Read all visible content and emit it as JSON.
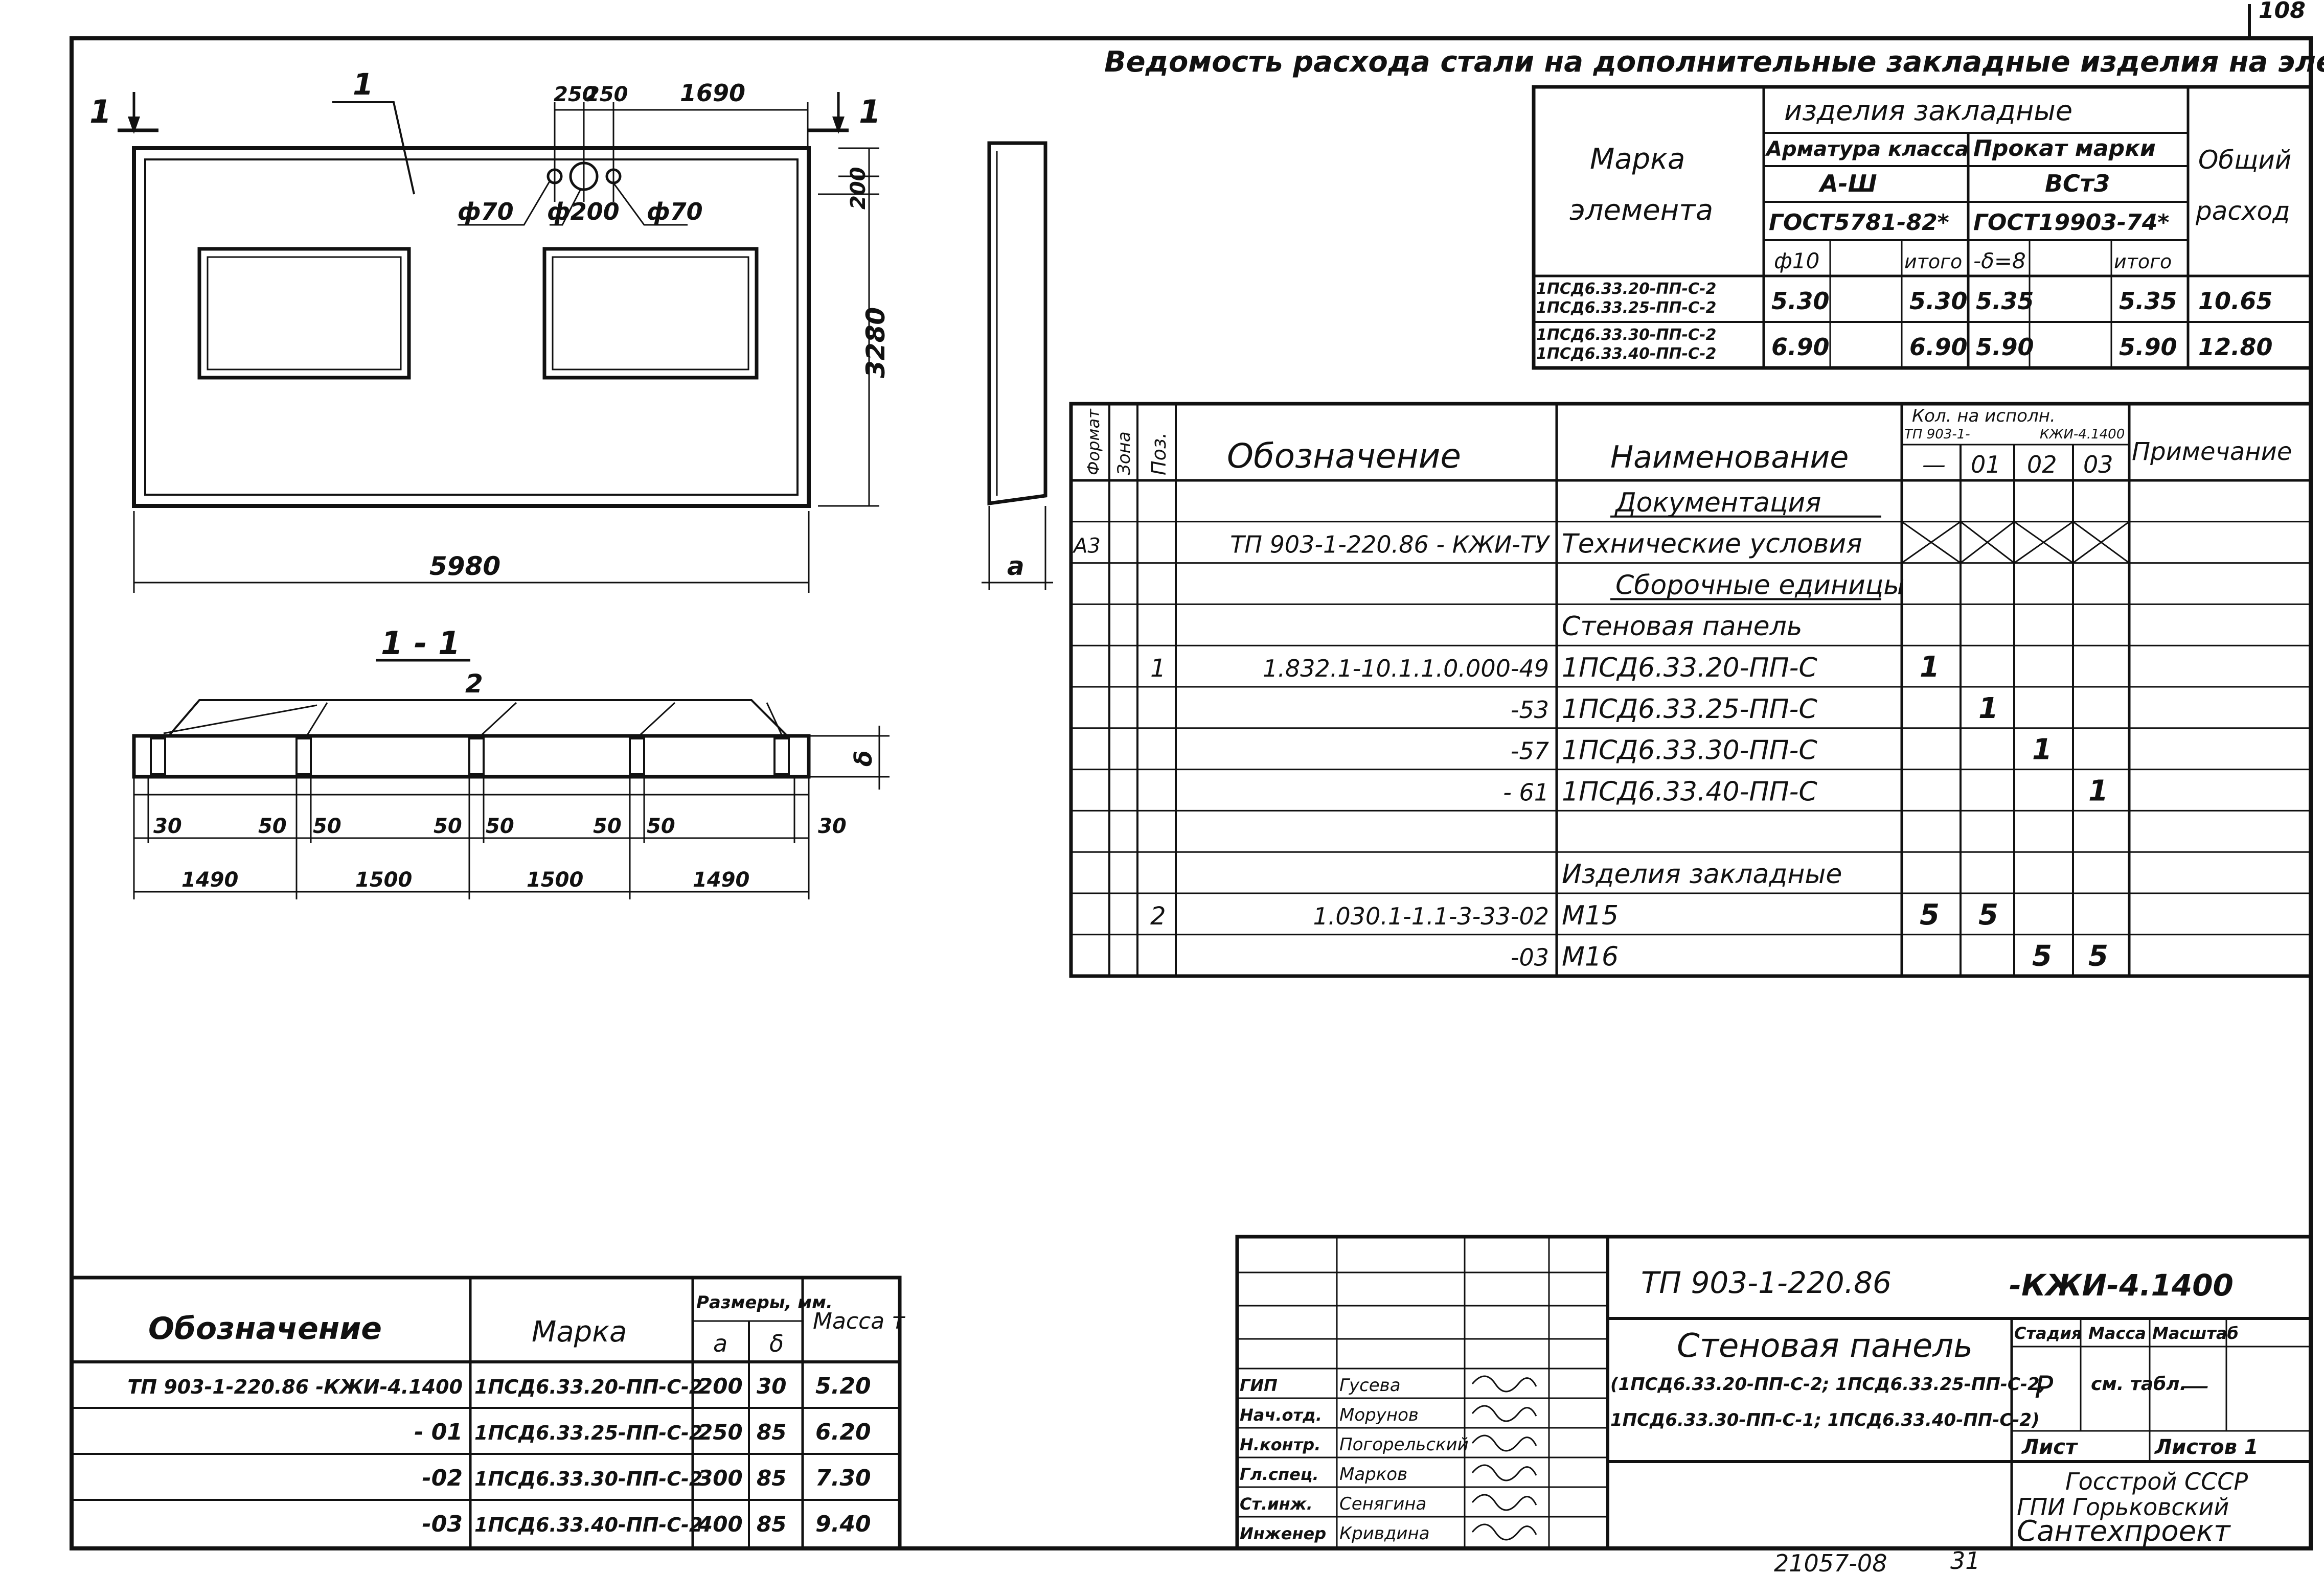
{
  "corner_mark": "108",
  "header_title": "Ведомость расхода стали на дополнительные закладные изделия на элемент, кг",
  "steel_table": {
    "mark_header": [
      "Марка",
      "элемента"
    ],
    "group_header": "изделия   закладные",
    "rebar_header": "Арматура класса",
    "rebar_class": "А-Ш",
    "rebar_gost": "ГОСТ5781-82*",
    "plate_header": "Прокат марки",
    "plate_grade": "ВСт3",
    "plate_gost": "ГОСТ19903-74*",
    "total_header": [
      "Общий",
      "расход"
    ],
    "col_phi": "ф10",
    "col_total": "итого",
    "col_delta": "-δ=8",
    "rows": [
      {
        "marks": [
          "1ПСД6.33.20-ПП-С-2",
          "1ПСД6.33.25-ПП-С-2"
        ],
        "phi10": "5.30",
        "rebar_total": "5.30",
        "d8": "5.35",
        "plate_total": "5.35",
        "total": "10.65"
      },
      {
        "marks": [
          "1ПСД6.33.30-ПП-С-2",
          "1ПСД6.33.40-ПП-С-2"
        ],
        "phi10": "6.90",
        "rebar_total": "6.90",
        "d8": "5.90",
        "plate_total": "5.90",
        "total": "12.80"
      }
    ]
  },
  "spec_table": {
    "h_format": "Формат",
    "h_zone": "Зона",
    "h_pos": "Поз.",
    "h_designation": "Обозначение",
    "h_name": "Наименование",
    "h_qty": "Кол. на исполн.",
    "h_qty_sub_left": "ТП 903-1-",
    "h_qty_sub_right": "КЖИ-4.1400",
    "h_cols": [
      "—",
      "01",
      "02",
      "03"
    ],
    "h_note": "Примечание",
    "rows": [
      {
        "format": "",
        "pos": "",
        "designation": "",
        "name": "Документация",
        "underline": true,
        "q": [
          "",
          "",
          "",
          ""
        ]
      },
      {
        "format": "А3",
        "pos": "",
        "designation": "ТП 903-1-220.86 - КЖИ-ТУ",
        "name": "Технические условия",
        "underline": false,
        "q": [
          "",
          "",
          "",
          ""
        ],
        "crossed": true
      },
      {
        "format": "",
        "pos": "",
        "designation": "",
        "name": "Сборочные единицы",
        "underline": true,
        "q": [
          "",
          "",
          "",
          ""
        ]
      },
      {
        "format": "",
        "pos": "",
        "designation": "",
        "name": "Стеновая панель",
        "underline": false,
        "q": [
          "",
          "",
          "",
          ""
        ]
      },
      {
        "format": "",
        "pos": "1",
        "designation": "1.832.1-10.1.1.0.000-49",
        "name": "1ПСД6.33.20-ПП-С",
        "underline": false,
        "q": [
          "1",
          "",
          "",
          ""
        ]
      },
      {
        "format": "",
        "pos": "",
        "designation": "-53",
        "name": "1ПСД6.33.25-ПП-С",
        "underline": false,
        "q": [
          "",
          "1",
          "",
          ""
        ]
      },
      {
        "format": "",
        "pos": "",
        "designation": "-57",
        "name": "1ПСД6.33.30-ПП-С",
        "underline": false,
        "q": [
          "",
          "",
          "1",
          ""
        ]
      },
      {
        "format": "",
        "pos": "",
        "designation": "- 61",
        "name": "1ПСД6.33.40-ПП-С",
        "underline": false,
        "q": [
          "",
          "",
          "",
          "1"
        ]
      },
      {
        "format": "",
        "pos": "",
        "designation": "",
        "name": "",
        "underline": false,
        "q": [
          "",
          "",
          "",
          ""
        ]
      },
      {
        "format": "",
        "pos": "",
        "designation": "",
        "name": "Изделия закладные",
        "underline": false,
        "q": [
          "",
          "",
          "",
          ""
        ]
      },
      {
        "format": "",
        "pos": "2",
        "designation": "1.030.1-1.1-3-33-02",
        "name": "М15",
        "underline": false,
        "q": [
          "5",
          "5",
          "",
          ""
        ]
      },
      {
        "format": "",
        "pos": "",
        "designation": "-03",
        "name": "М16",
        "underline": false,
        "q": [
          "",
          "",
          "5",
          "5"
        ]
      }
    ]
  },
  "drawing": {
    "label_section": "1",
    "label_pos1": "1",
    "dim_250a": "250",
    "dim_250b": "250",
    "dim_1690": "1690",
    "dim_200v": "200",
    "dim_3280": "3280",
    "dim_5980": "5980",
    "hole_a": "ф70",
    "hole_b": "ф200",
    "hole_c": "ф70",
    "side_label": "а",
    "section_title": "1 - 1",
    "pos2": "2",
    "delta": "δ",
    "bottom_30a": "30",
    "bottom_30b": "30",
    "bottom_50": [
      "50",
      "50",
      "50",
      "50",
      "50",
      "50"
    ],
    "bottom_spans": [
      "1490",
      "1500",
      "1500",
      "1490"
    ]
  },
  "variants_table": {
    "h_designation": "Обозначение",
    "h_mark": "Марка",
    "h_sizes": "Размеры, мм.",
    "h_a": "а",
    "h_d": "δ",
    "h_mass": "Масса т",
    "rows": [
      {
        "designation": "ТП 903-1-220.86 -КЖИ-4.1400",
        "mark": "1ПСД6.33.20-ПП-С-2",
        "a": "200",
        "d": "30",
        "mass": "5.20"
      },
      {
        "designation": "- 01",
        "mark": "1ПСД6.33.25-ПП-С-2",
        "a": "250",
        "d": "85",
        "mass": "6.20"
      },
      {
        "designation": "-02",
        "mark": "1ПСД6.33.30-ПП-С-2",
        "a": "300",
        "d": "85",
        "mass": "7.30"
      },
      {
        "designation": "-03",
        "mark": "1ПСД6.33.40-ПП-С-2",
        "a": "400",
        "d": "85",
        "mass": "9.40"
      }
    ]
  },
  "title_block": {
    "doc_number": "ТП 903-1-220.86",
    "doc_suffix": "-КЖИ-4.1400",
    "title": "Стеновая панель",
    "subtitle1": "(1ПСД6.33.20-ПП-С-2; 1ПСД6.33.25-ПП-С-2,",
    "subtitle2": "1ПСД6.33.30-ПП-С-1; 1ПСД6.33.40-ПП-С-2)",
    "h_stage": "Стадия",
    "h_mass": "Масса",
    "h_scale": "Масштаб",
    "stage": "Р",
    "mass": "см. табл.",
    "scale": "—",
    "sheet": "Лист",
    "sheets": "Листов 1",
    "org1": "Госстрой СССР",
    "org2": "ГПИ Горьковский",
    "org3": "Сантехпроект",
    "staff": [
      {
        "role": "ГИП",
        "name": "Гусева"
      },
      {
        "role": "Нач.отд.",
        "name": "Морунов"
      },
      {
        "role": "Н.контр.",
        "name": "Погорельский"
      },
      {
        "role": "Гл.спец.",
        "name": "Марков"
      },
      {
        "role": "Ст.инж.",
        "name": "Сенягина"
      },
      {
        "role": "Инженер",
        "name": "Кривдина"
      }
    ]
  },
  "footer": {
    "code": "21057-08",
    "page": "31"
  }
}
